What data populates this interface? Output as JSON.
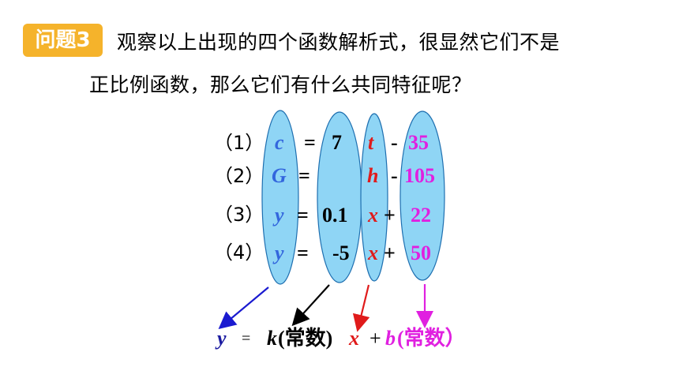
{
  "question": {
    "badge": "问题3",
    "line1": "观察以上出现的四个函数解析式，很显然它们不是",
    "line2": "正比例函数，那么它们有什么共同特征呢？"
  },
  "equations": [
    {
      "label": "（1）",
      "var": "c",
      "eq": "=",
      "k": "7",
      "x": "t",
      "op": "-",
      "b": "35"
    },
    {
      "label": "（2）",
      "var": "G",
      "eq": "=",
      "k": "",
      "x": "h",
      "op": "-",
      "b": "105"
    },
    {
      "label": "（3）",
      "var": "y",
      "eq": "=",
      "k": "0.1",
      "x": "x",
      "op": "+",
      "b": "22"
    },
    {
      "label": "（4）",
      "var": "y",
      "eq": "=",
      "k": "-5",
      "x": "x",
      "op": "+",
      "b": "50"
    }
  ],
  "general_form": {
    "y": "y",
    "eq": "=",
    "k": "k",
    "k_note": "(常数)",
    "x": "x",
    "plus": "+",
    "b": "b",
    "b_note": "(常数）"
  },
  "colors": {
    "ellipse_fill": "#8fd5f5",
    "ellipse_stroke": "#1e6fb0",
    "badge": "#f5b32b",
    "var_blue": "#3366dd",
    "x_red": "#e01b1b",
    "b_magenta": "#e020e0",
    "y_arrow_blue": "#1a1ad0"
  }
}
